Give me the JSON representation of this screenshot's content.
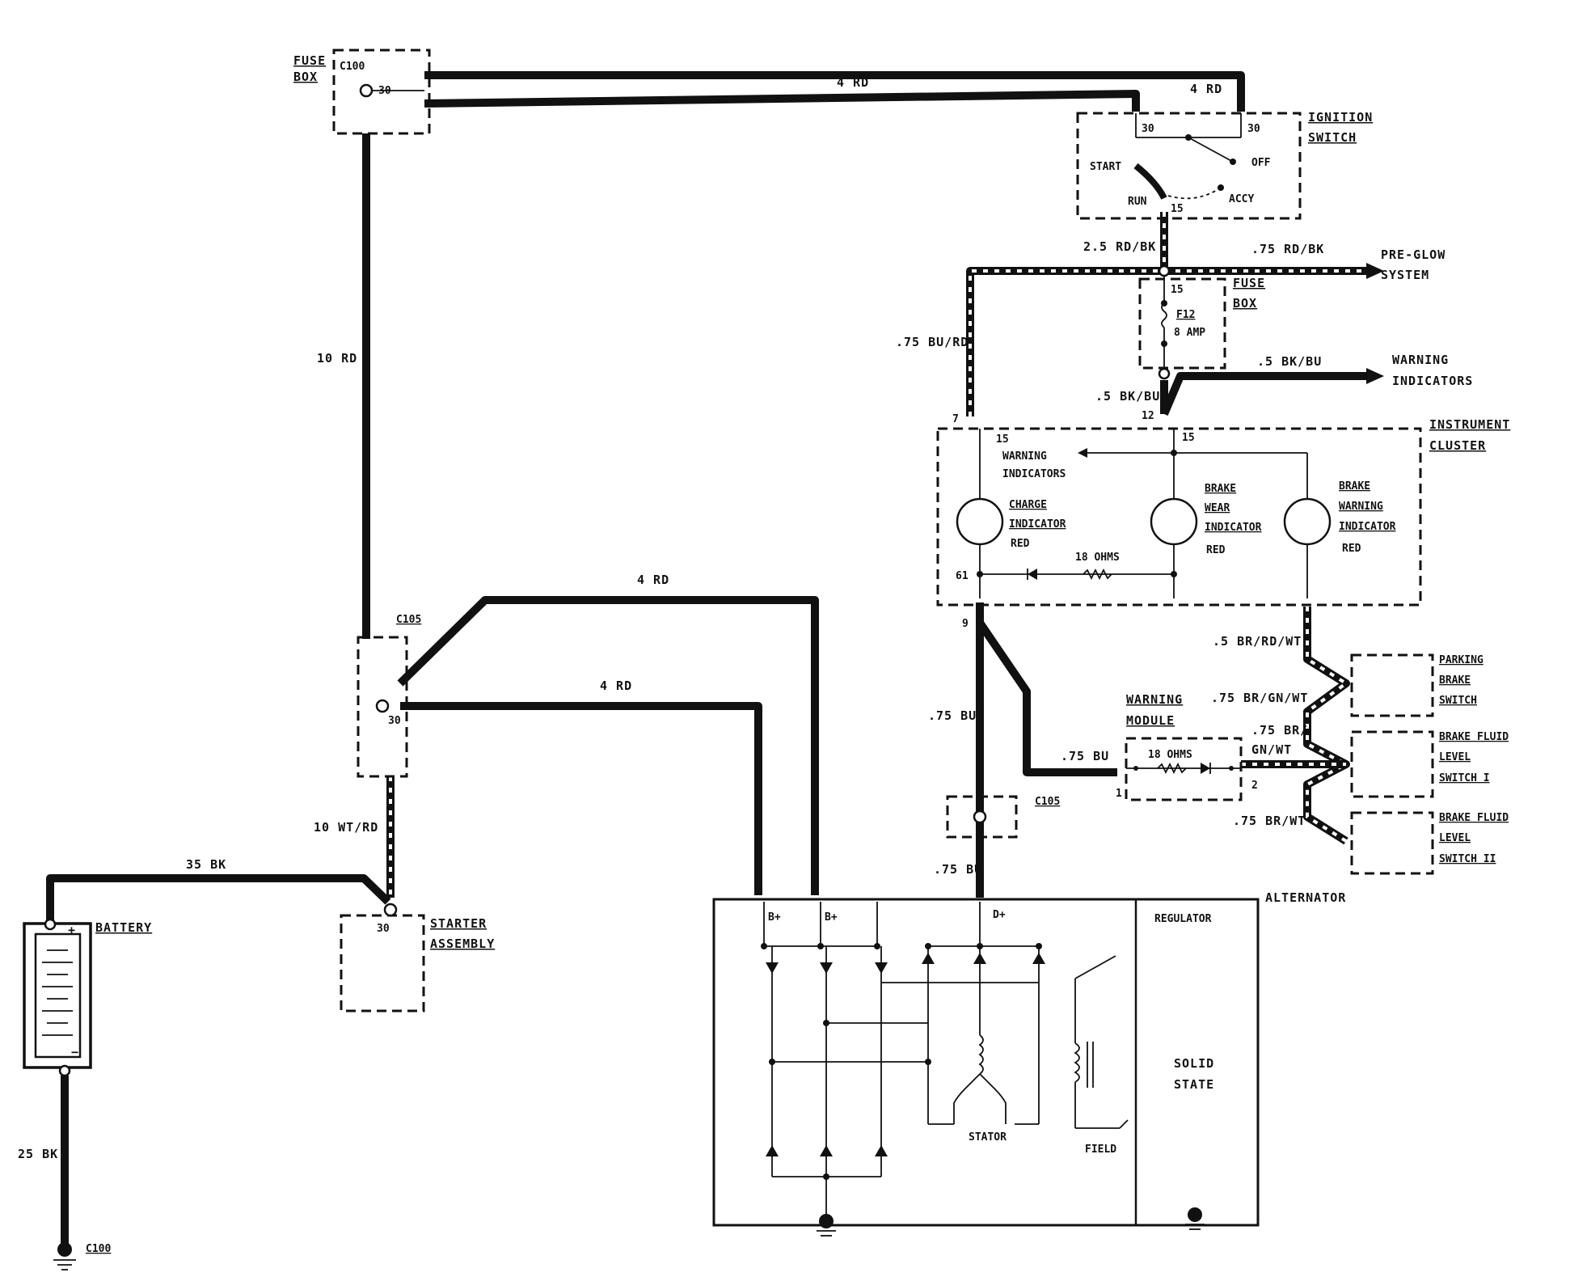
{
  "components": {
    "fuse_box_top": {
      "title1": "FUSE",
      "title2": "BOX",
      "conn": "C100",
      "pin": "30"
    },
    "ignition_switch": {
      "title1": "IGNITION",
      "title2": "SWITCH",
      "pin_a": "30",
      "pin_b": "30",
      "start": "START",
      "off": "OFF",
      "run": "RUN",
      "accy": "ACCY",
      "pin_15": "15"
    },
    "fuse_box_mid": {
      "title1": "FUSE",
      "title2": "BOX",
      "pin_top": "15",
      "fuse": "F12",
      "rating": "8 AMP"
    },
    "pre_glow": {
      "line1": "PRE-GLOW",
      "line2": "SYSTEM"
    },
    "warning_ind_out": {
      "line1": "WARNING",
      "line2": "INDICATORS"
    },
    "instrument_cluster": {
      "title1": "INSTRUMENT",
      "title2": "CLUSTER",
      "pin_7": "7",
      "pin_12": "12",
      "pin_15a": "15",
      "pin_15b": "15",
      "pin_61": "61",
      "pin_9": "9",
      "warn1": "WARNING",
      "warn2": "INDICATORS",
      "charge1": "CHARGE",
      "charge2": "INDICATOR",
      "charge_color": "RED",
      "bwear1": "BRAKE",
      "bwear2": "WEAR",
      "bwear3": "INDICATOR",
      "bwear_color": "RED",
      "bwarn1": "BRAKE",
      "bwarn2": "WARNING",
      "bwarn3": "INDICATOR",
      "bwarn_color": "RED",
      "resistor": "18 OHMS"
    },
    "c105_top": {
      "label": "C105",
      "pin": "30"
    },
    "c105_bottom": {
      "label": "C105"
    },
    "warning_module": {
      "title1": "WARNING",
      "title2": "MODULE",
      "resistor": "18 OHMS",
      "pin1": "1",
      "pin2": "2"
    },
    "parking_brake": {
      "line1": "PARKING",
      "line2": "BRAKE",
      "line3": "SWITCH"
    },
    "fluid_switch_1": {
      "line1": "BRAKE FLUID",
      "line2": "LEVEL",
      "line3": "SWITCH I"
    },
    "fluid_switch_2": {
      "line1": "BRAKE FLUID",
      "line2": "LEVEL",
      "line3": "SWITCH II"
    },
    "battery": {
      "title": "BATTERY",
      "plus": "+",
      "minus": "−"
    },
    "starter": {
      "line1": "STARTER",
      "line2": "ASSEMBLY",
      "pin": "30"
    },
    "ground": {
      "label": "C100"
    },
    "alternator": {
      "title": "ALTERNATOR",
      "b1": "B+",
      "b2": "B+",
      "d": "D+",
      "regulator": "REGULATOR",
      "solid1": "SOLID",
      "solid2": "STATE",
      "stator": "STATOR",
      "field": "FIELD"
    }
  },
  "wires": {
    "top1": "4 RD",
    "top2": "4 RD",
    "main": "10 RD",
    "ign_out": "2.5 RD/BK",
    "preglow": ".75 RD/BK",
    "bu_rd": ".75 BU/RD",
    "bk_bu_out": ".5 BK/BU",
    "bk_bu_in": ".5 BK/BU",
    "alt1": "4 RD",
    "alt2": "4 RD",
    "starter": "10 WT/RD",
    "battery": "35 BK",
    "ground": "25 BK",
    "bu1": ".75 BU",
    "bu2": ".75 BU",
    "bu3": ".75 BU",
    "br_rd_wt": ".5 BR/RD/WT",
    "br_gn_wt": ".75 BR/GN/WT",
    "br_gn_wt2a": ".75 BR/",
    "br_gn_wt2b": "GN/WT",
    "br_wt": ".75 BR/WT"
  }
}
